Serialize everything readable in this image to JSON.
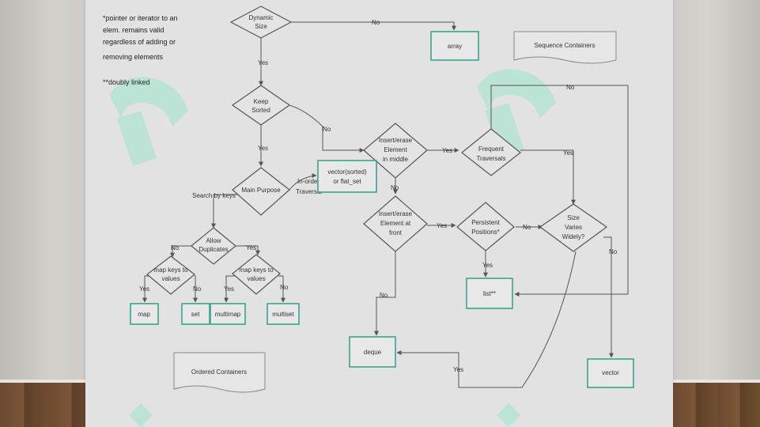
{
  "notes": {
    "line1": "*pointer or iterator to an",
    "line2": "elem. remains valid",
    "line3": "regardless of adding or",
    "line4": "removing elements",
    "line5": "**doubly linked"
  },
  "titles": {
    "sequence": "Sequence Containers",
    "ordered": "Ordered Containers"
  },
  "decisions": {
    "dynamic_size": [
      "Dynamic",
      "Size"
    ],
    "keep_sorted": [
      "Keep",
      "Sorted"
    ],
    "main_purpose": [
      "Main Purpose"
    ],
    "allow_duplicates": [
      "Allow",
      "Duplicates"
    ],
    "map_keys_left": [
      "map keys to",
      "values"
    ],
    "map_keys_right": [
      "map keys to",
      "values"
    ],
    "insert_middle": [
      "Insert/erase",
      "Element",
      "in middle"
    ],
    "frequent_traversals": [
      "Frequent",
      "Traversals"
    ],
    "insert_front": [
      "Insert/erase",
      "Element at",
      "front"
    ],
    "persistent_positions": [
      "Persistent",
      "Positions*"
    ],
    "size_varies": [
      "Size",
      "Varies",
      "Widely?"
    ]
  },
  "containers": {
    "array": "array",
    "vector_sorted": [
      "vector(sorted)",
      "or flat_set"
    ],
    "map": "map",
    "set": "set",
    "multimap": "multimap",
    "multiset": "multiset",
    "list": "list**",
    "deque": "deque",
    "vector": "vector"
  },
  "edge_labels": {
    "yes": "Yes",
    "no": "No",
    "search_by_keys": "Search by keys",
    "in_order": "In-order",
    "traversal": "Traversal"
  },
  "colors": {
    "accent": "#3aa48a",
    "watermark": "#8fe6c6"
  }
}
